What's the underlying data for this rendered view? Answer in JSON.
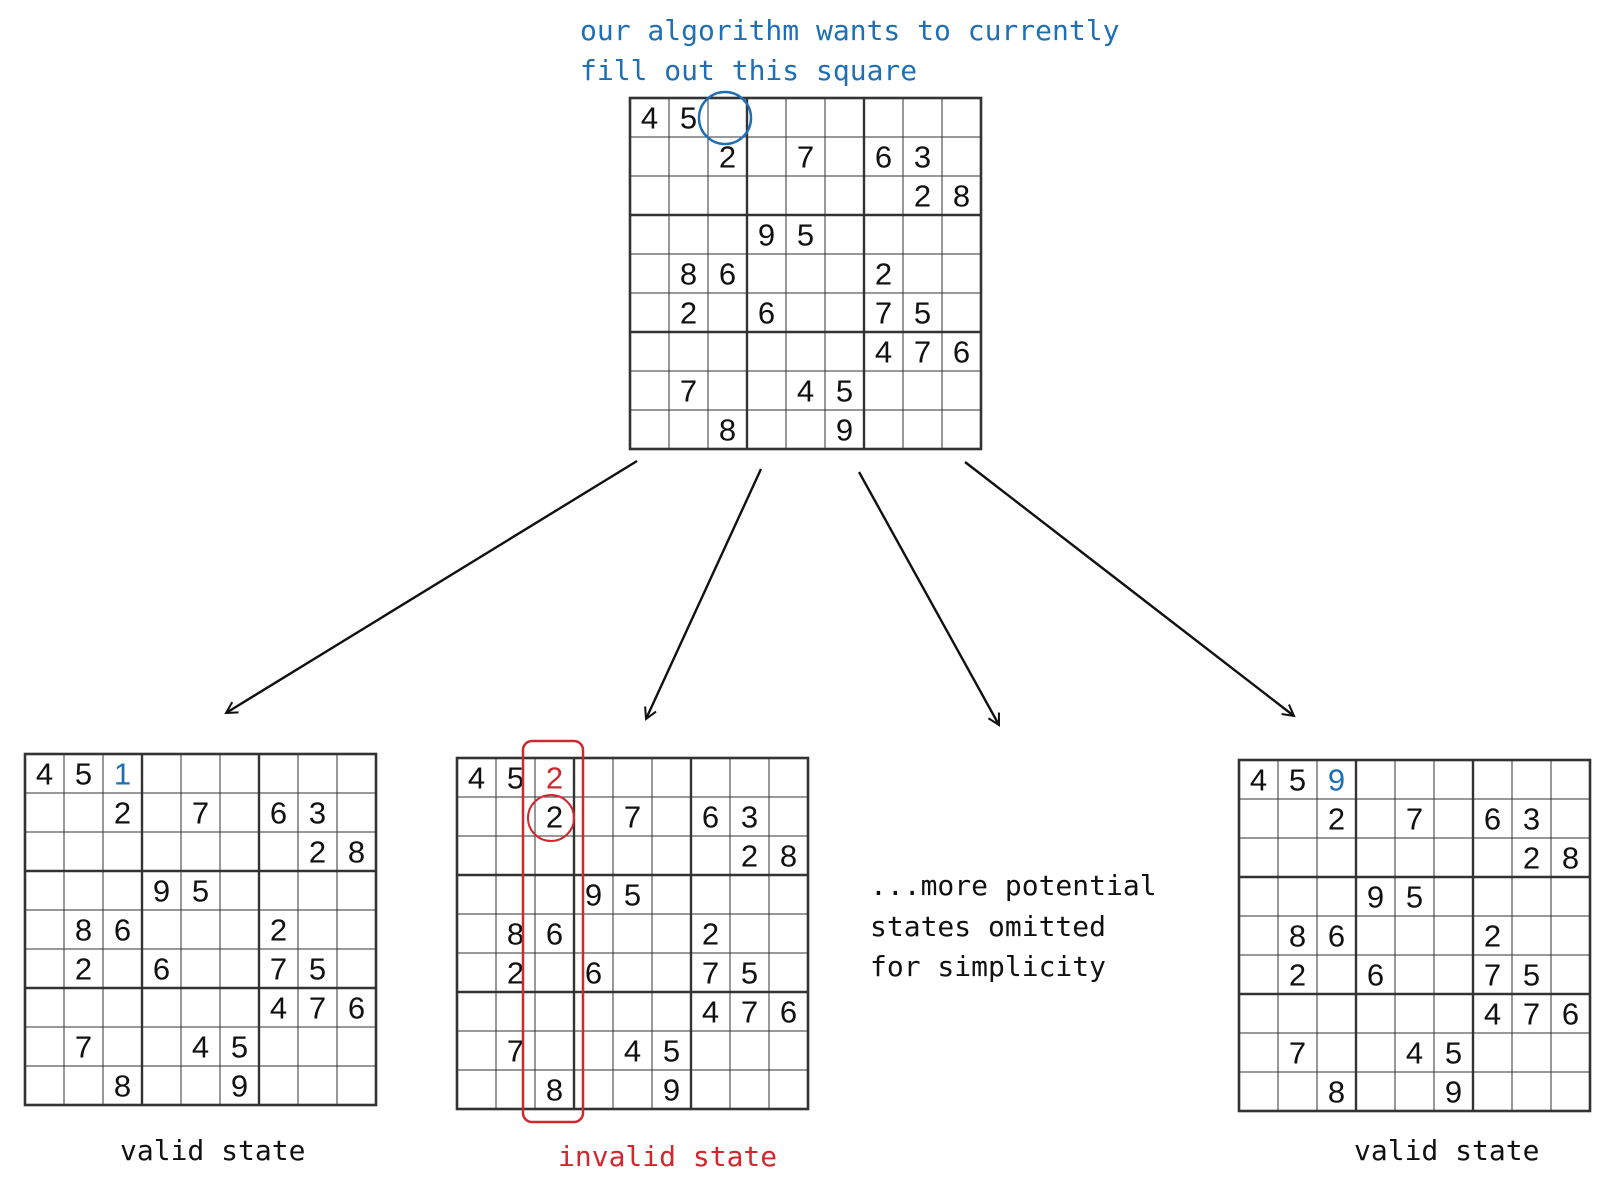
{
  "annotation": {
    "lines": [
      "our algorithm wants to currently",
      "fill out this square"
    ],
    "color": "#1f6fb5"
  },
  "note": {
    "lines": [
      "...more potential",
      "states omitted",
      "for simplicity"
    ],
    "color": "#111111"
  },
  "colors": {
    "grid": "#333333",
    "digit": "#111111",
    "valid_highlight": "#1f6fb5",
    "invalid_highlight": "#d0282e"
  },
  "base_puzzle": [
    [
      "4",
      "5",
      "",
      "",
      "",
      "",
      "",
      "",
      ""
    ],
    [
      "",
      "",
      "2",
      "",
      "7",
      "",
      "6",
      "3",
      ""
    ],
    [
      "",
      "",
      "",
      "",
      "",
      "",
      "",
      "2",
      "8"
    ],
    [
      "",
      "",
      "",
      "9",
      "5",
      "",
      "",
      "",
      ""
    ],
    [
      "",
      "8",
      "6",
      "",
      "",
      "",
      "2",
      "",
      ""
    ],
    [
      "",
      "2",
      "",
      "6",
      "",
      "",
      "7",
      "5",
      ""
    ],
    [
      "",
      "",
      "",
      "",
      "",
      "",
      "4",
      "7",
      "6"
    ],
    [
      "",
      "7",
      "",
      "",
      "4",
      "5",
      "",
      "",
      ""
    ],
    [
      "",
      "",
      "8",
      "",
      "",
      "9",
      "",
      "",
      ""
    ]
  ],
  "target_cell": {
    "row": 0,
    "col": 2
  },
  "states": [
    {
      "value": "1",
      "label": "valid state",
      "status": "valid"
    },
    {
      "value": "2",
      "label": "invalid state",
      "status": "invalid",
      "conflict_column": 2,
      "conflict_row": 1
    },
    {
      "value": "9",
      "label": "valid state",
      "status": "valid"
    }
  ]
}
